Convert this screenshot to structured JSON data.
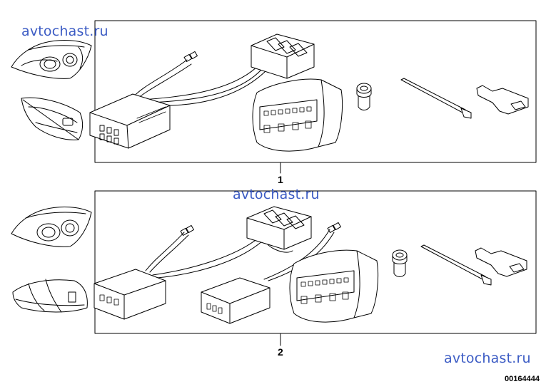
{
  "watermarks": [
    "avtochast.ru",
    "avtochast.ru",
    "avtochast.ru"
  ],
  "callouts": [
    "1",
    "2"
  ],
  "diagram_code": "00164444",
  "colors": {
    "line": "#000000",
    "watermark": "#3b5bc4",
    "background": "#ffffff"
  }
}
